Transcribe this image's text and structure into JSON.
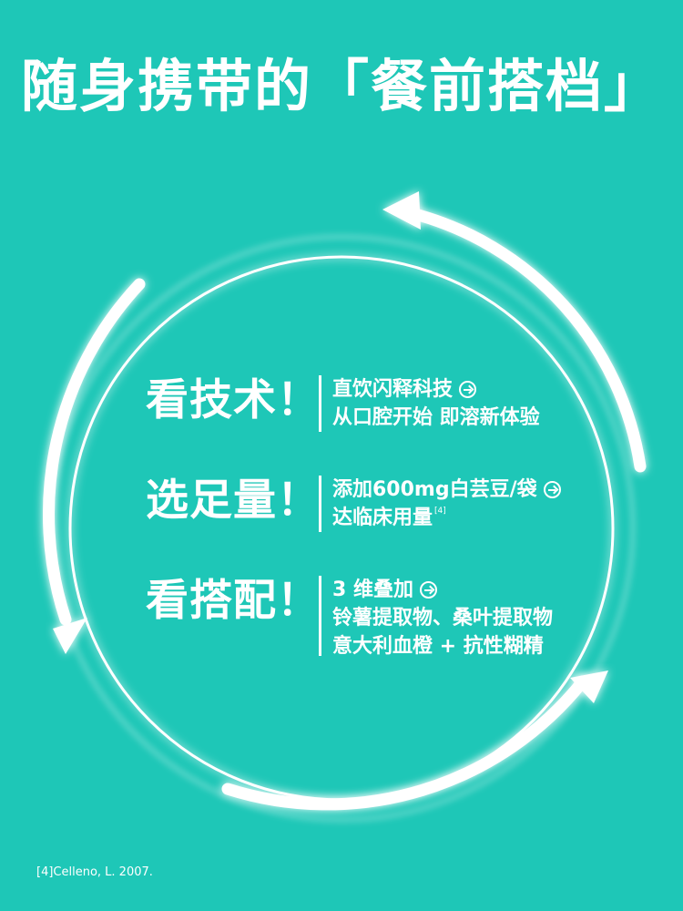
{
  "headline": "随身携带的「餐前搭档」",
  "features": [
    {
      "heading": "看技术！",
      "lines": [
        "直饮闪释科技",
        "从口腔开始 即溶新体验"
      ]
    },
    {
      "heading": "选足量！",
      "lines": [
        "添加600mg白芸豆/袋",
        "达临床用量"
      ],
      "citation": "[4]"
    },
    {
      "heading": "看搭配！",
      "lines": [
        "3 维叠加",
        "铃薯提取物、桑叶提取物",
        "意大利血橙 + 抗性糊精"
      ]
    }
  ],
  "footnote": "[4]Celleno, L. 2007.",
  "colors": {
    "background": "#1ec7b7",
    "text": "#ffffff"
  },
  "icons": [
    "arrow-circle-icon"
  ]
}
